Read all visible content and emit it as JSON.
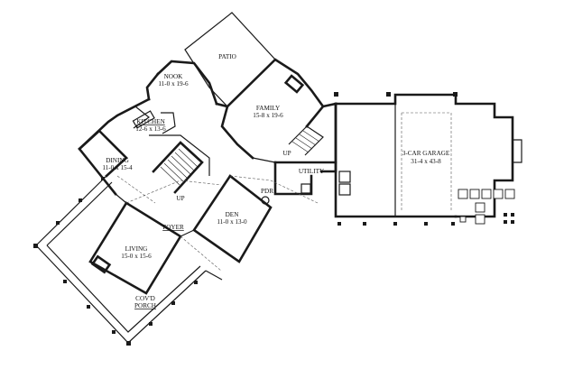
{
  "rooms": {
    "patio": {
      "name": "PATIO"
    },
    "nook": {
      "name": "NOOK",
      "size": "11-0 x 19-6"
    },
    "kitchen": {
      "name": "KITCHEN",
      "size": "12-6 x 13-6"
    },
    "family": {
      "name": "FAMILY",
      "size": "15-8 x 19-6"
    },
    "dining": {
      "name": "DINING",
      "size": "11-0 x 15-4"
    },
    "utility": {
      "name": "UTILITY"
    },
    "pdr": {
      "name": "PDR"
    },
    "garage": {
      "name": "3-CAR GARAGE",
      "size": "31-4 x 43-8"
    },
    "foyer": {
      "name": "FOYER"
    },
    "den": {
      "name": "DEN",
      "size": "11-0 x 13-0"
    },
    "living": {
      "name": "LIVING",
      "size": "15-0 x 15-6"
    },
    "porch": {
      "line1": "COV'D",
      "line2": "PORCH"
    }
  },
  "stairs": {
    "up_label": "UP"
  }
}
